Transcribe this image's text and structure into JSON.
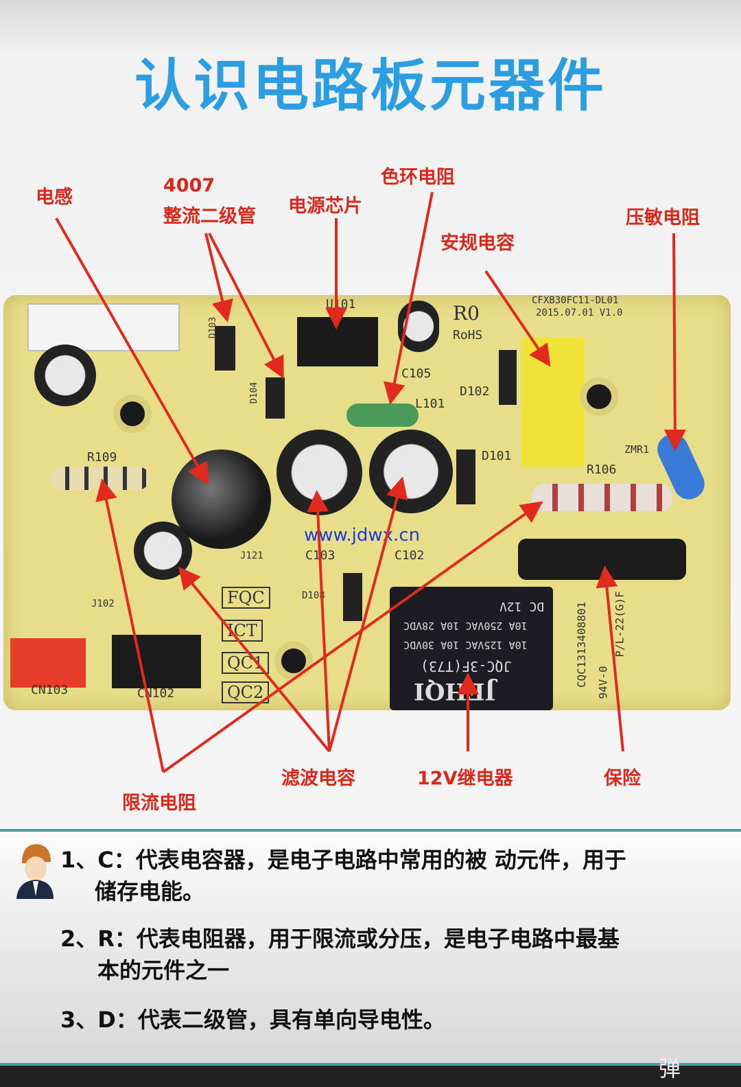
{
  "title": "认识电路板元器件",
  "labels": {
    "inductor": "电感",
    "diode_num": "4007",
    "diode": "整流二级管",
    "chip": "电源芯片",
    "color_ring": "色环电阻",
    "safety_cap": "安规电容",
    "varistor": "压敏电阻",
    "filter_cap": "滤波电容",
    "relay": "12V继电器",
    "fuse": "保险",
    "limit_res": "限流电阻"
  },
  "board": {
    "version": "CFXB30FC11-DL01",
    "date": "2015.07.01 V1.0",
    "r0": "R0",
    "rohs": "RoHS",
    "u101": "U101",
    "c105": "C105",
    "l101": "L101",
    "d102": "D102",
    "d101": "D101",
    "r106": "R106",
    "zmr1": "ZMR1",
    "r109": "R109",
    "d103": "D103",
    "d104": "D104",
    "c103": "C103",
    "c102": "C102",
    "j121": "J121",
    "j102": "J102",
    "d108": "D108",
    "fqc": "FQC",
    "ict": "ICT",
    "qc1": "QC1",
    "qc2": "QC2",
    "cn103": "CN103",
    "cn102": "CN102",
    "cqc": "CQC1313408801",
    "p": "P/L-22(G)F",
    "v0": "94V-0",
    "relay": {
      "dc": "DC 12V",
      "r1": "10A 250VAC  10A 28VDC",
      "r2": "10A 125VAC  10A 30VDC",
      "model": "JQC-3F(T73)",
      "brand": "JEHQI"
    }
  },
  "watermark": "www.jdwx.cn",
  "notes": [
    {
      "line1": "1、C：代表电容器，是电子电路中常用的被 动元件，用于",
      "line2": "储存电能。"
    },
    {
      "line1": "2、R：代表电阻器，用于限流或分压，是电子电路中最基",
      "line2": "本的元件之一"
    },
    {
      "line1": "3、D：代表二级管，具有单向导电性。",
      "line2": ""
    }
  ],
  "danmaku": "弹",
  "colors": {
    "title": "#2a9ee0",
    "label": "#d8281c",
    "board": "#e8de8a"
  }
}
